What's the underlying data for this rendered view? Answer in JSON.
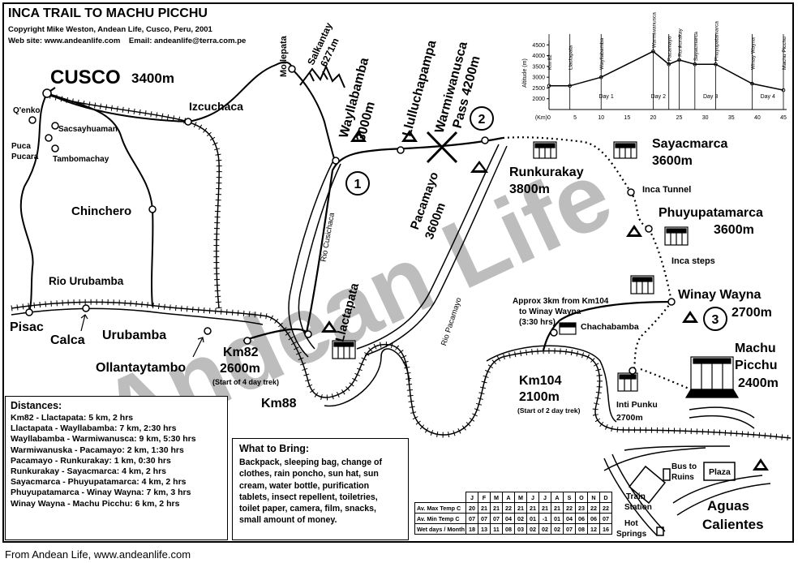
{
  "header": {
    "title": "INCA TRAIL TO MACHU PICCHU",
    "copyright": "Copyright Mike Weston, Andean Life, Cusco, Peru, 2001",
    "contact": "Web site: www.andeanlife.com    Email: andeanlife@terra.com.pe"
  },
  "watermark": "Andean Life",
  "places": {
    "cusco": "CUSCO",
    "cusco_alt": "3400m",
    "qenko": "Q'enko",
    "sacsayhuaman": "Sacsayhuaman",
    "puca": "Puca",
    "pucara": "Pucara",
    "tambomachay": "Tambomachay",
    "izcuchaca": "Izcuchaca",
    "chinchero": "Chinchero",
    "rio_urubamba": "Rio Urubamba",
    "pisac": "Pisac",
    "calca": "Calca",
    "urubamba": "Urubamba",
    "ollantaytambo": "Ollantaytambo",
    "km82": "Km82",
    "km82_alt": "2600m",
    "km82_note": "(Start of 4 day trek)",
    "km88": "Km88",
    "mollepata": "Mollepata",
    "salkantay": "Salkantay",
    "salkantay_alt": "6271m",
    "wayllabamba": "Wayllabamba",
    "wayllabamba_alt": "3000m",
    "llulluchapampa": "Llulluchapampa",
    "warmiwanusca": "Warmiwanusca",
    "warmiwanusca_pass": "Pass 4200m",
    "rio_cusichaca": "Rio Cusichaca",
    "llactapata": "Llactapata",
    "pacamayo": "Pacamayo",
    "pacamayo_alt": "3600m",
    "rio_pacamayo": "Rio Pacamayo",
    "runkurakay": "Runkurakay",
    "runkurakay_alt": "3800m",
    "sayacmarca": "Sayacmarca",
    "sayacmarca_alt": "3600m",
    "inca_tunnel": "Inca Tunnel",
    "phuyupatamarca": "Phuyupatamarca",
    "phuyupatamarca_alt": "3600m",
    "inca_steps": "Inca steps",
    "winay_wayna": "Winay Wayna",
    "winay_wayna_alt": "2700m",
    "approx_note_1": "Approx 3km from Km104",
    "approx_note_2": "to Winay Wayna",
    "approx_note_3": "(3:30 hrs)",
    "chachabamba": "Chachabamba",
    "km104": "Km104",
    "km104_alt": "2100m",
    "km104_note": "(Start of 2 day trek)",
    "machu_picchu_1": "Machu",
    "machu_picchu_2": "Picchu",
    "machu_picchu_alt": "2400m",
    "inti_punku": "Inti Punku",
    "inti_punku_alt": "2700m",
    "bus_to_ruins_1": "Bus to",
    "bus_to_ruins_2": "Ruins",
    "plaza": "Plaza",
    "train_station_1": "Train",
    "train_station_2": "Station",
    "hot_springs_1": "Hot",
    "hot_springs_2": "Springs",
    "aguas_1": "Aguas",
    "aguas_2": "Calientes"
  },
  "day_markers": [
    "1",
    "2",
    "3"
  ],
  "profile": {
    "ylabel": "Altitude (m)",
    "yticks": [
      "4500",
      "4000",
      "3500",
      "3000",
      "2500",
      "2000"
    ],
    "xlabel": "(Km)",
    "xticks": [
      "0",
      "5",
      "10",
      "15",
      "20",
      "25",
      "30",
      "35",
      "40",
      "45"
    ],
    "days": [
      "Day 1",
      "Day 2",
      "Day 3",
      "Day 4"
    ],
    "stops": [
      "Km 82",
      "Llactapata",
      "Wayllabamba",
      "Warmiwanusca",
      "Pacamayo",
      "Runkurakay",
      "Sayacmarca",
      "Phuyupatamarca",
      "Winay Wayna",
      "Machu Picchu"
    ],
    "stop_km": [
      0,
      4,
      10,
      20,
      23,
      25,
      28,
      32,
      39,
      45
    ],
    "altitude_m": [
      2600,
      2600,
      3000,
      4200,
      3600,
      3800,
      3600,
      3600,
      2700,
      2400
    ]
  },
  "distances": {
    "title": "Distances:",
    "rows": [
      "Km82 - Llactapata: 5 km, 2 hrs",
      "Llactapata - Wayllabamba: 7 km, 2:30 hrs",
      "Wayllabamba - Warmiwanusca: 9 km, 5:30 hrs",
      "Warmiwanuska - Pacamayo: 2 km, 1:30 hrs",
      "Pacamayo - Runkurakay: 1 km, 0:30 hrs",
      "Runkurakay - Sayacmarca: 4 km, 2 hrs",
      "Sayacmarca - Phuyupatamarca: 4 km, 2 hrs",
      "Phuyupatamarca - Winay Wayna: 7 km, 3 hrs",
      "Winay Wayna - Machu Picchu: 6 km, 2 hrs"
    ]
  },
  "what_to_bring": {
    "title": "What to Bring:",
    "lines": [
      "Backpack, sleeping bag, change of",
      "clothes, rain poncho, sun hat, sun",
      "cream, water bottle, purification",
      "tablets, insect repellent, toiletries,",
      "toilet paper, camera, film, snacks,",
      "small amount of money."
    ]
  },
  "weather": {
    "months": [
      "J",
      "F",
      "M",
      "A",
      "M",
      "J",
      "J",
      "A",
      "S",
      "O",
      "N",
      "D"
    ],
    "rows": [
      {
        "label": "Av. Max Temp C",
        "values": [
          "20",
          "21",
          "21",
          "22",
          "21",
          "21",
          "21",
          "21",
          "22",
          "23",
          "22",
          "22"
        ]
      },
      {
        "label": "Av. Min Temp C",
        "values": [
          "07",
          "07",
          "07",
          "04",
          "02",
          "01",
          "-1",
          "01",
          "04",
          "06",
          "06",
          "07"
        ]
      },
      {
        "label": "Wet days / Month",
        "values": [
          "18",
          "13",
          "11",
          "08",
          "03",
          "02",
          "02",
          "02",
          "07",
          "08",
          "12",
          "16"
        ]
      }
    ]
  },
  "footer": "From Andean Life, www.andeanlife.com"
}
